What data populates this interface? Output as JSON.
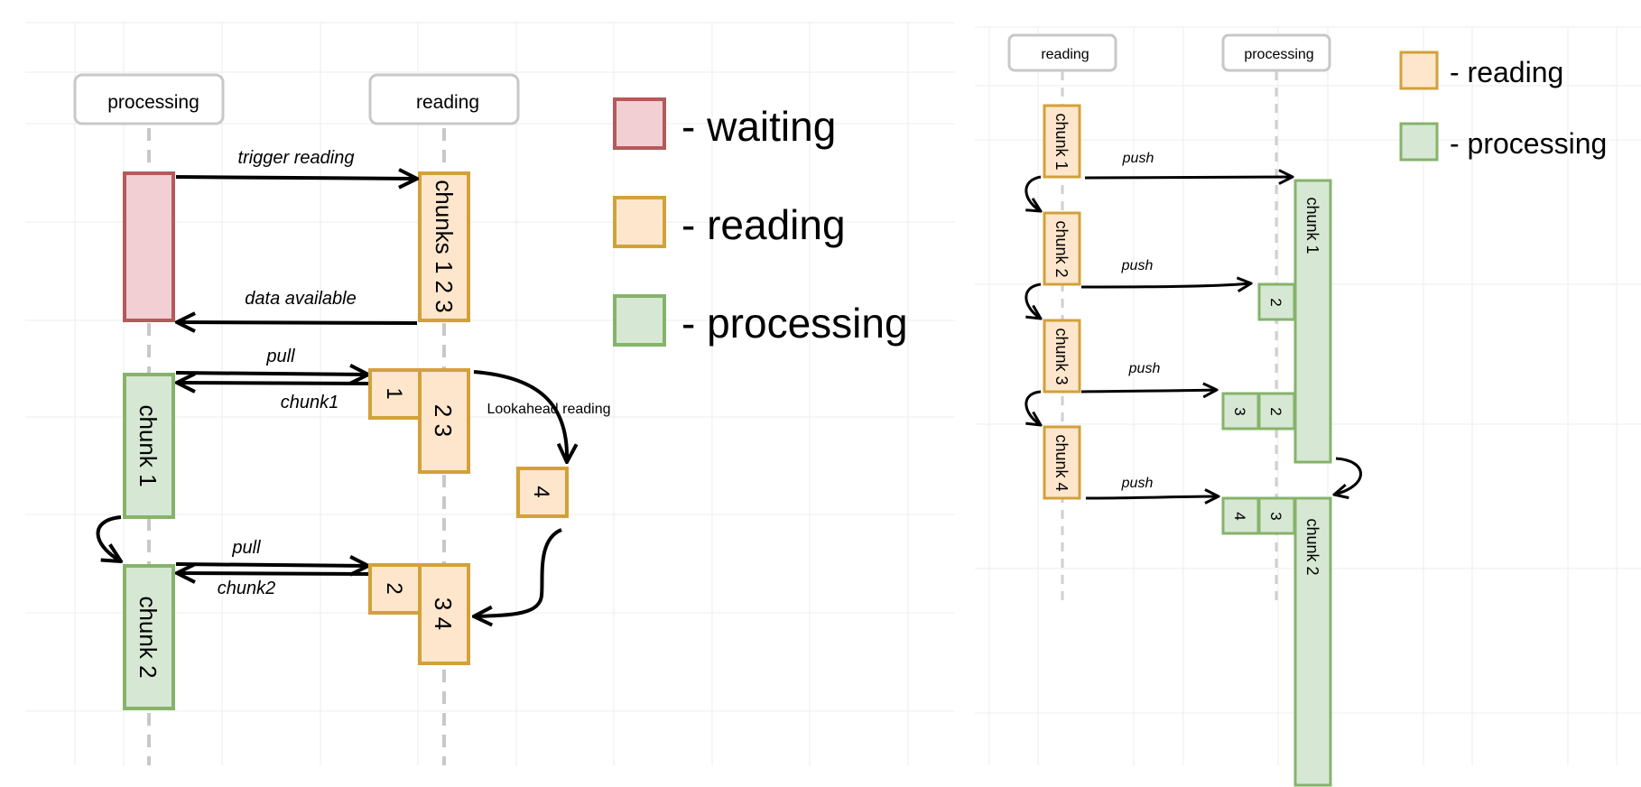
{
  "left": {
    "lanes": {
      "processing": "processing",
      "reading": "reading"
    },
    "messages": {
      "trigger_reading": "trigger reading",
      "data_available": "data available",
      "pull_1": "pull",
      "chunk1_reply": "chunk1",
      "pull_2": "pull",
      "chunk2_reply": "chunk2",
      "lookahead": "Lookahead reading"
    },
    "blocks": {
      "chunks_123": "chunks 1 2 3",
      "chunk_1": "chunk 1",
      "chunk_2": "chunk 2",
      "r1": "1",
      "r23": "2  3",
      "r4": "4",
      "r2": "2",
      "r34": "3  4"
    },
    "legend": {
      "waiting": "- waiting",
      "reading": "- reading",
      "processing": "- processing"
    }
  },
  "right": {
    "lanes": {
      "reading": "reading",
      "processing": "processing"
    },
    "messages": {
      "push1": "push",
      "push2": "push",
      "push3": "push",
      "push4": "push"
    },
    "blocks": {
      "rc1": "chunk 1",
      "rc2": "chunk 2",
      "rc3": "chunk 3",
      "rc4": "chunk 4",
      "pc1": "chunk 1",
      "pc2": "chunk 2",
      "q2a": "2",
      "q3a": "3",
      "q2b": "2",
      "q4a": "4",
      "q3b": "3"
    },
    "legend": {
      "reading": "- reading",
      "processing": "- processing"
    }
  },
  "colors": {
    "waiting_fill": "#f1cfd2",
    "waiting_border": "#b35a5a",
    "reading_fill": "#fde6cc",
    "reading_border": "#d2a13a",
    "processing_fill": "#d6e7d4",
    "processing_border": "#86b36a"
  }
}
